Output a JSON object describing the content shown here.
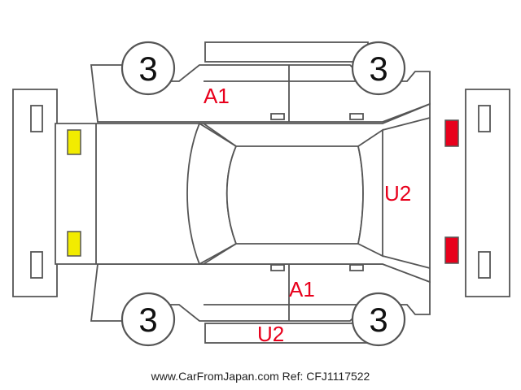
{
  "colors": {
    "outline": "#555555",
    "damage_mark": "#e8001c",
    "front_light": "#f2ec00",
    "rear_light": "#e8001c",
    "wheel_number": "#111111"
  },
  "wheels": {
    "front_left": "3",
    "rear_left": "3",
    "front_right": "3",
    "rear_right": "3"
  },
  "damage_marks": {
    "left_front_door": "A1",
    "right_front_door": "A1",
    "rear_panel": "U2",
    "right_side_step": "U2"
  },
  "footer": "www.CarFromJapan.com Ref: CFJ1117522"
}
